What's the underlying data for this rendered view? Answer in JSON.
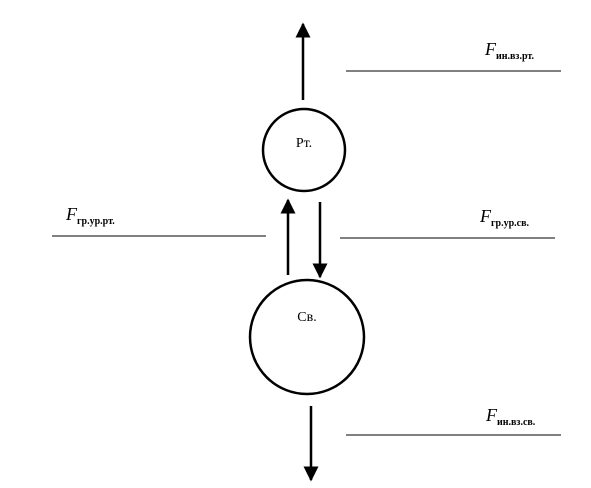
{
  "nodes": {
    "top": {
      "label": "Рт."
    },
    "bottom": {
      "label": "Св."
    }
  },
  "forces": {
    "top_right": {
      "symbol": "F",
      "subscript": "ин.вз.рт."
    },
    "left_mid": {
      "symbol": "F",
      "subscript": "гр.ур.рт."
    },
    "right_mid": {
      "symbol": "F",
      "subscript": "гр.ур.св."
    },
    "bottom_right": {
      "symbol": "F",
      "subscript": "ин.вз.св."
    }
  },
  "colors": {
    "stroke": "#000000",
    "background": "#ffffff"
  }
}
